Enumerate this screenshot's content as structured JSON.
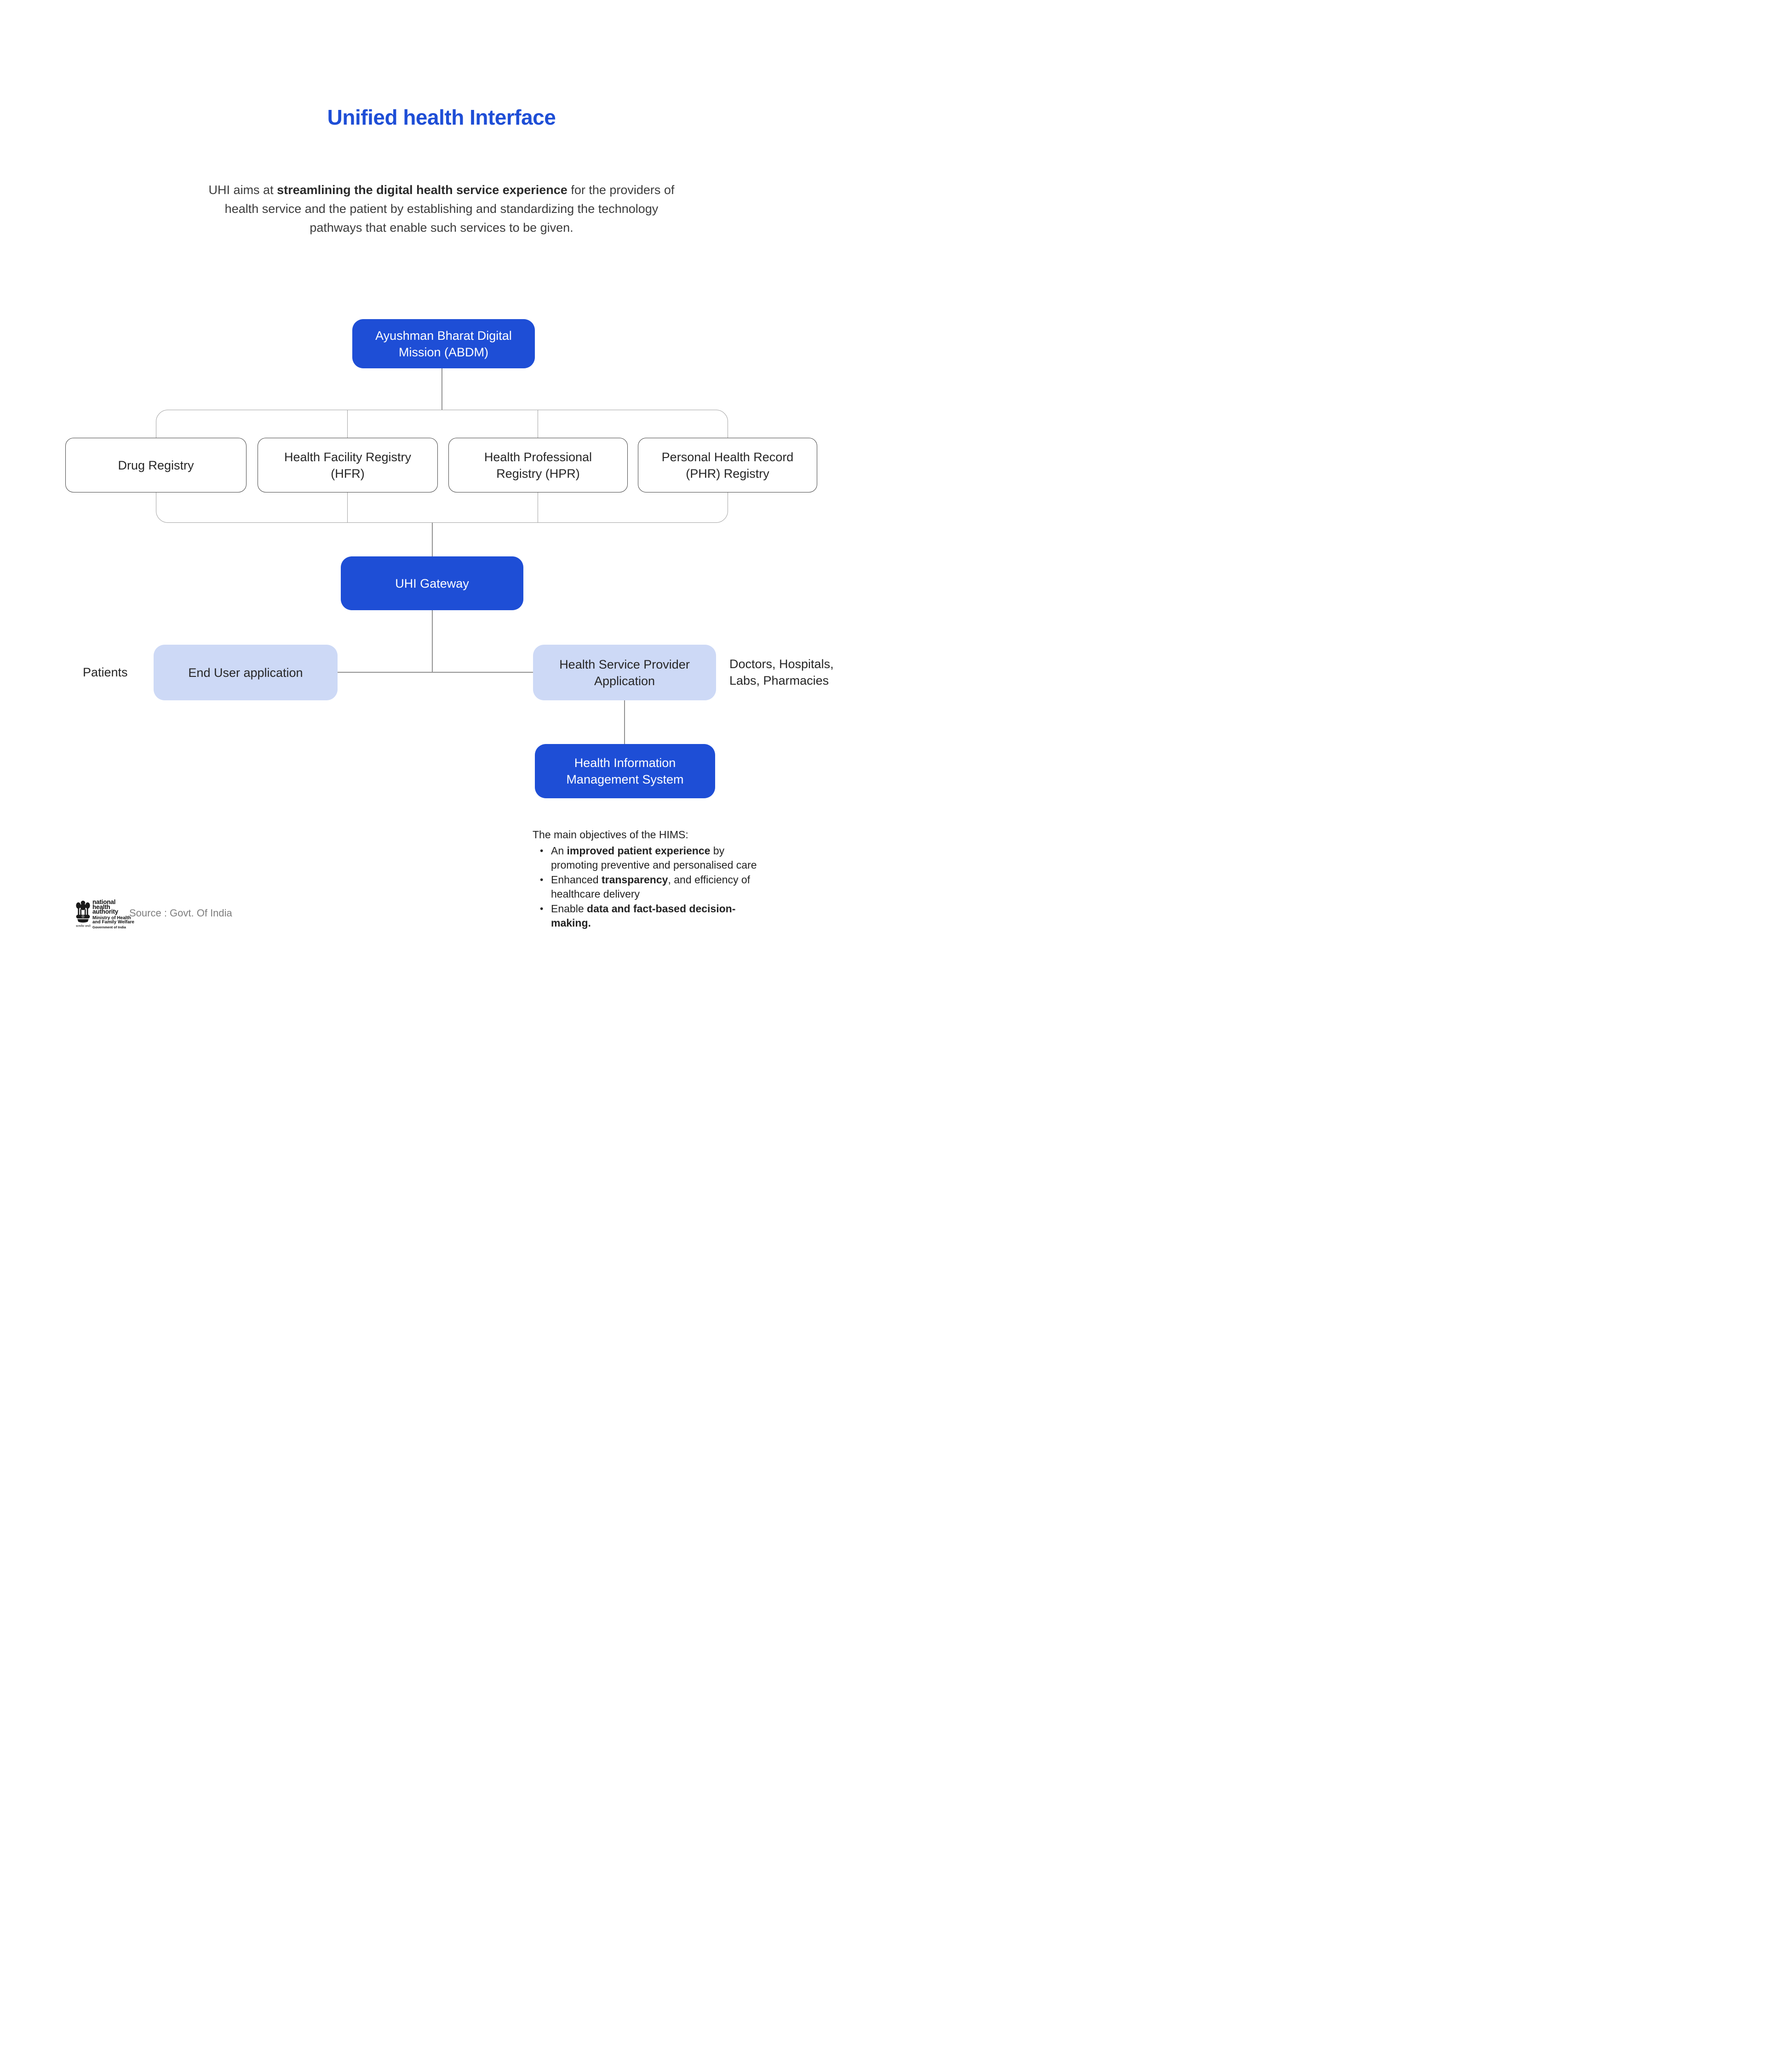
{
  "title": "Unified health Interface",
  "intro": {
    "lines": [
      [
        {
          "t": "UHI aims at "
        },
        {
          "t": "streamlining the digital health service experience",
          "b": true
        },
        {
          "t": " for the providers of"
        }
      ],
      [
        {
          "t": "health service and the patient by establishing and standardizing the technology"
        }
      ],
      [
        {
          "t": "pathways that enable such services to be given."
        }
      ]
    ]
  },
  "nodes": {
    "abdm": {
      "label": "Ayushman Bharat Digital\nMission (ABDM)"
    },
    "drug": {
      "label": "Drug Registry"
    },
    "hfr": {
      "label": "Health Facility Registry\n(HFR)"
    },
    "hpr": {
      "label": "Health Professional\nRegistry (HPR)"
    },
    "phr": {
      "label": "Personal Health Record\n(PHR) Registry"
    },
    "gateway": {
      "label": "UHI Gateway"
    },
    "end_user": {
      "label": "End User application"
    },
    "hsp": {
      "label": "Health Service Provider\nApplication"
    },
    "hims": {
      "label": "Health Information\nManagement System"
    }
  },
  "labels": {
    "patients": "Patients",
    "providers": "Doctors, Hospitals,\nLabs, Pharmacies"
  },
  "objectives": {
    "heading": "The main objectives of the HIMS:",
    "bullet": "•",
    "items": [
      {
        "lines": [
          [
            {
              "t": "An "
            },
            {
              "t": "improved patient experience",
              "b": true
            },
            {
              "t": " by"
            }
          ],
          [
            {
              "t": "promoting preventive and personalised care"
            }
          ]
        ]
      },
      {
        "lines": [
          [
            {
              "t": "Enhanced "
            },
            {
              "t": "transparency",
              "b": true
            },
            {
              "t": ", and efficiency of"
            }
          ],
          [
            {
              "t": "healthcare delivery"
            }
          ]
        ]
      },
      {
        "lines": [
          [
            {
              "t": "Enable "
            },
            {
              "t": "data and fact-based decision-",
              "b": true
            }
          ],
          [
            {
              "t": "making.",
              "b": true
            }
          ]
        ]
      }
    ]
  },
  "footer": {
    "logo": {
      "name_lines": [
        "national",
        "health",
        "authority"
      ],
      "ministry_lines": [
        "Ministry of Health",
        "and Family Welfare"
      ],
      "government": "Government of India",
      "motto": "सत्यमेव जयते"
    },
    "source": "Source : Govt. Of India"
  },
  "colors": {
    "primary_blue": "#1e4ed6",
    "light_blue": "#cdd9f6",
    "outline_gray": "#a3a3a3",
    "connector_gray": "#8f8f8f",
    "box_border": "#454545",
    "text_dark": "#262626",
    "paragraph_gray": "#3c3c3c",
    "source_gray": "#7e7e7e",
    "logo_black": "#1a1a1a",
    "background": "#ffffff"
  }
}
